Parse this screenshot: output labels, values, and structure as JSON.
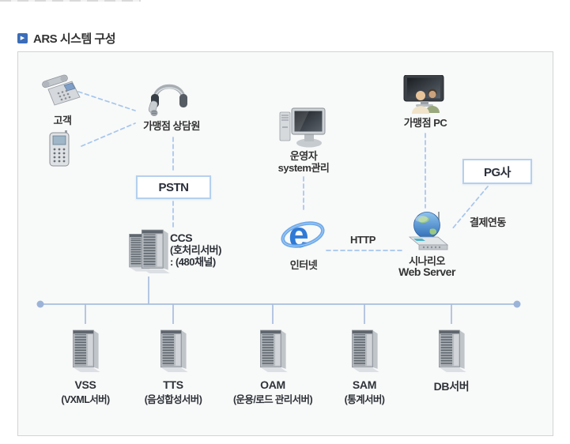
{
  "header": {
    "title": "ARS 시스템 구성",
    "bullet_glyph": "▶"
  },
  "diagram": {
    "nodes": {
      "customer": {
        "label": "고객",
        "icon": "desk-phone-icon"
      },
      "mobile": {
        "icon": "mobile-phone-icon"
      },
      "counselor": {
        "label": "가맹점 상담원",
        "icon": "headset-icon"
      },
      "pstn": {
        "label": "PSTN"
      },
      "ccs": {
        "name": "CCS",
        "desc1": "(호처리서버)",
        "desc2": ": (480채널)",
        "icon": "dual-tower-server-icon"
      },
      "operator": {
        "line1": "운영자",
        "line2": "system관리",
        "icon": "desktop-pc-icon"
      },
      "internet": {
        "label": "인터넷",
        "icon": "internet-explorer-icon"
      },
      "http": {
        "label": "HTTP"
      },
      "merchant_pc": {
        "label": "가맹점 PC",
        "icon": "pc-users-icon"
      },
      "pg": {
        "label": "PG사"
      },
      "web_server": {
        "line1": "시나리오",
        "line2": "Web Server",
        "icon": "globe-router-icon"
      },
      "payment": {
        "label": "결제연동"
      }
    },
    "servers": [
      {
        "name": "VSS",
        "desc": "(VXML서버)",
        "icon": "tower-server-icon"
      },
      {
        "name": "TTS",
        "desc": "(음성합성서버)",
        "icon": "tower-server-icon"
      },
      {
        "name": "OAM",
        "desc": "(운용/로드 관리서버)",
        "icon": "tower-server-icon"
      },
      {
        "name": "SAM",
        "desc": "(통계서버)",
        "icon": "tower-server-icon"
      },
      {
        "name": "DB서버",
        "desc": "",
        "icon": "tower-server-icon"
      }
    ],
    "colors": {
      "dashed_line": "#a6c6ec",
      "solid_line": "#a9bedd",
      "bus_dot": "#9cb3d8",
      "node_box_border": "#b5d0ee",
      "panel_bg": "#f8f9f9",
      "panel_border": "#d3d3d3",
      "title_icon_bg": "#3b6db8",
      "text": "#333333"
    }
  }
}
